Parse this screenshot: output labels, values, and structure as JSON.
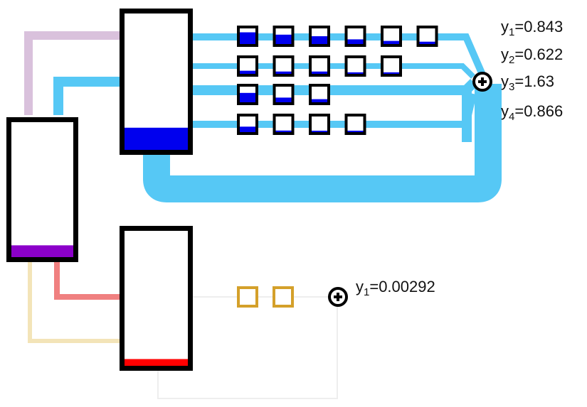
{
  "colors": {
    "background": "#ffffff",
    "stroke": "#000000",
    "link_blue": "#56c8f5",
    "link_lilac": "#d9c1dc",
    "link_salmon": "#f08080",
    "link_beige": "#f3e4b8",
    "link_faint": "#eeeeee",
    "fill_blue": "#0000ee",
    "fill_purple": "#8b00c9",
    "fill_red": "#ff0000",
    "square_gold": "#d4a02a"
  },
  "containers": [
    {
      "id": "left",
      "fill_level": 0.07,
      "fill_color": "#8b00c9"
    },
    {
      "id": "top",
      "fill_level": 0.13,
      "fill_color": "#0000ee"
    },
    {
      "id": "bottom",
      "fill_level": 0.04,
      "fill_color": "#ff0000"
    }
  ],
  "top_group": {
    "rows": [
      {
        "label_var": "y",
        "label_sub": "1",
        "label_eq": "=0.843",
        "levels": [
          0.75,
          0.6,
          0.5,
          0.3,
          0.2,
          0.15
        ]
      },
      {
        "label_var": "y",
        "label_sub": "2",
        "label_eq": "=0.622",
        "levels": [
          0.2,
          0.15,
          0.15,
          0.1,
          0.1
        ]
      },
      {
        "label_var": "y",
        "label_sub": "3",
        "label_eq": "=1.63",
        "levels": [
          0.6,
          0.3,
          0.2
        ]
      },
      {
        "label_var": "y",
        "label_sub": "4",
        "label_eq": "=0.866",
        "levels": [
          0.35,
          0.1,
          0.05,
          0.05
        ]
      }
    ],
    "sum_icon": "circled-plus-icon"
  },
  "bottom_group": {
    "rows": [
      {
        "label_var": "y",
        "label_sub": "1",
        "label_eq": "=0.00292",
        "levels": [
          0.0,
          0.0
        ]
      }
    ],
    "sum_icon": "circled-plus-icon"
  }
}
